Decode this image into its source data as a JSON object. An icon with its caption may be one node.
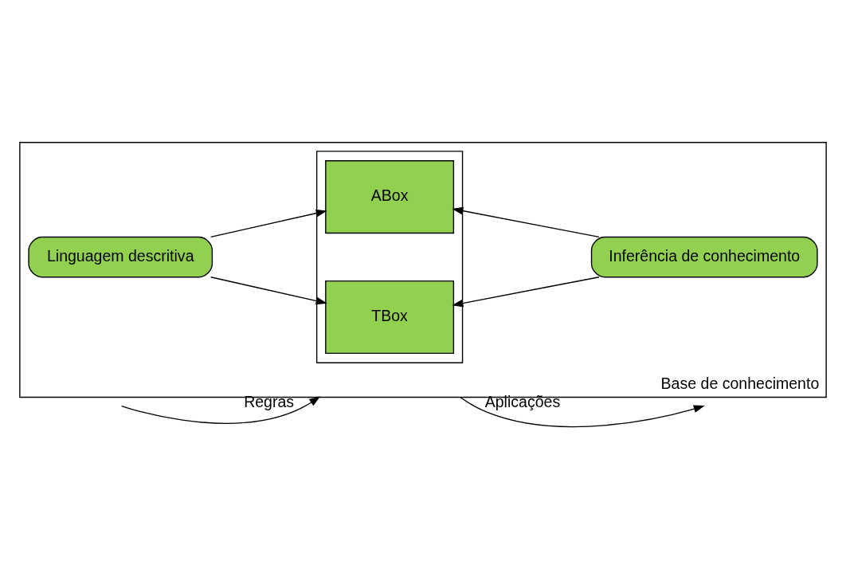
{
  "diagram": {
    "nodes": [
      {
        "text": [
          "Base de conhecimento"
        ]
      },
      {
        "text": [],
        "shape": "box",
        "in": 0
      },
      {
        "text": [
          "TBox"
        ],
        "in": 1
      },
      {
        "text": [
          "ABox"
        ],
        "in": 1
      },
      {
        "text": [
          "Linguagem descritiva"
        ],
        "in": 0
      },
      {
        "text": [
          "Inferência de conhecimento"
        ],
        "in": 0
      }
    ],
    "edges": [
      {
        "from": 4,
        "to": 2,
        "arrow": "to"
      },
      {
        "from": 4,
        "to": 3,
        "arrow": "to"
      },
      {
        "from": 5,
        "to": 2,
        "arrow": "to"
      },
      {
        "from": 5,
        "to": 3,
        "arrow": "to"
      },
      {
        "from": 0,
        "to": null,
        "arrow": "to",
        "label": "Aplicações"
      },
      {
        "from": null,
        "to": 0,
        "arrow": "to",
        "label": "Regras"
      }
    ]
  }
}
